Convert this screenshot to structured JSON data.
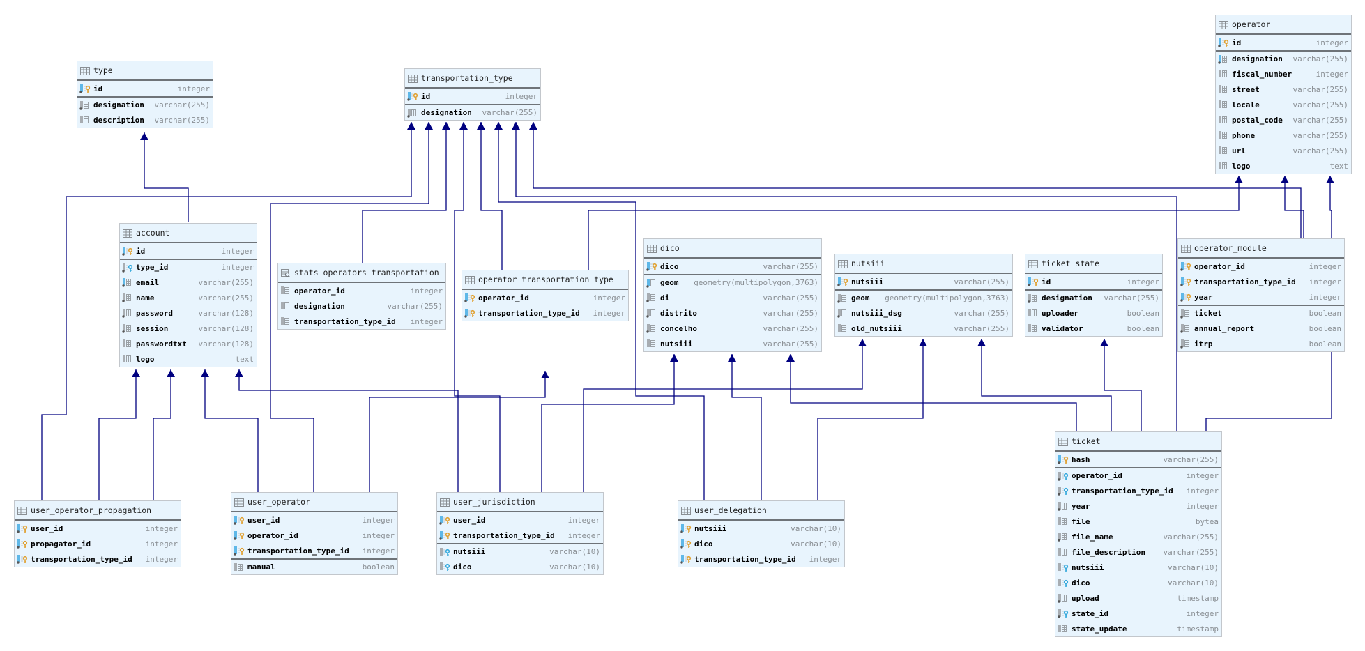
{
  "colors": {
    "connector": "#000080",
    "table_bg": "#e8f4fd",
    "border": "#c3c7cc",
    "type_text": "#8a8f94",
    "pk_key": "#e0a030",
    "fk_key": "#35a9dc"
  },
  "tables": [
    {
      "id": "type",
      "name": "type",
      "kind": "table",
      "columns": [
        {
          "name": "id",
          "type": "integer",
          "icon": "pk"
        },
        {
          "name": "designation",
          "type": "varchar(255)",
          "icon": "col-notnull",
          "sep": true
        },
        {
          "name": "description",
          "type": "varchar(255)",
          "icon": "col"
        }
      ]
    },
    {
      "id": "transportation_type",
      "name": "transportation_type",
      "kind": "table",
      "columns": [
        {
          "name": "id",
          "type": "integer",
          "icon": "pk"
        },
        {
          "name": "designation",
          "type": "varchar(255)",
          "icon": "col-notnull",
          "sep": true
        }
      ]
    },
    {
      "id": "operator",
      "name": "operator",
      "kind": "table",
      "columns": [
        {
          "name": "id",
          "type": "integer",
          "icon": "pk"
        },
        {
          "name": "designation",
          "type": "varchar(255)",
          "icon": "col-index",
          "sep": true
        },
        {
          "name": "fiscal_number",
          "type": "integer",
          "icon": "col"
        },
        {
          "name": "street",
          "type": "varchar(255)",
          "icon": "col"
        },
        {
          "name": "locale",
          "type": "varchar(255)",
          "icon": "col"
        },
        {
          "name": "postal_code",
          "type": "varchar(255)",
          "icon": "col"
        },
        {
          "name": "phone",
          "type": "varchar(255)",
          "icon": "col"
        },
        {
          "name": "url",
          "type": "varchar(255)",
          "icon": "col"
        },
        {
          "name": "logo",
          "type": "text",
          "icon": "col"
        }
      ]
    },
    {
      "id": "account",
      "name": "account",
      "kind": "table",
      "columns": [
        {
          "name": "id",
          "type": "integer",
          "icon": "pk"
        },
        {
          "name": "type_id",
          "type": "integer",
          "icon": "fk-notnull",
          "sep": true
        },
        {
          "name": "email",
          "type": "varchar(255)",
          "icon": "col-index"
        },
        {
          "name": "name",
          "type": "varchar(255)",
          "icon": "col-notnull"
        },
        {
          "name": "password",
          "type": "varchar(128)",
          "icon": "col-notnull"
        },
        {
          "name": "session",
          "type": "varchar(128)",
          "icon": "col-notnull"
        },
        {
          "name": "passwordtxt",
          "type": "varchar(128)",
          "icon": "col"
        },
        {
          "name": "logo",
          "type": "text",
          "icon": "col"
        }
      ]
    },
    {
      "id": "stats_operators_transportation",
      "name": "stats_operators_transportation",
      "kind": "view",
      "columns": [
        {
          "name": "operator_id",
          "type": "integer",
          "icon": "col"
        },
        {
          "name": "designation",
          "type": "varchar(255)",
          "icon": "col"
        },
        {
          "name": "transportation_type_id",
          "type": "integer",
          "icon": "col"
        }
      ]
    },
    {
      "id": "operator_transportation_type",
      "name": "operator_transportation_type",
      "kind": "table",
      "columns": [
        {
          "name": "operator_id",
          "type": "integer",
          "icon": "pk-fk"
        },
        {
          "name": "transportation_type_id",
          "type": "integer",
          "icon": "pk-fk"
        }
      ]
    },
    {
      "id": "dico",
      "name": "dico",
      "kind": "table",
      "columns": [
        {
          "name": "dico",
          "type": "varchar(255)",
          "icon": "pk"
        },
        {
          "name": "geom",
          "type": "geometry(multipolygon,3763)",
          "icon": "col-index",
          "sep": true
        },
        {
          "name": "di",
          "type": "varchar(255)",
          "icon": "col-notnull"
        },
        {
          "name": "distrito",
          "type": "varchar(255)",
          "icon": "col-notnull"
        },
        {
          "name": "concelho",
          "type": "varchar(255)",
          "icon": "col-notnull"
        },
        {
          "name": "nutsiii",
          "type": "varchar(255)",
          "icon": "col"
        }
      ]
    },
    {
      "id": "nutsiii",
      "name": "nutsiii",
      "kind": "table",
      "columns": [
        {
          "name": "nutsiii",
          "type": "varchar(255)",
          "icon": "pk"
        },
        {
          "name": "geom",
          "type": "geometry(multipolygon,3763)",
          "icon": "col-notnull",
          "sep": true
        },
        {
          "name": "nutsiii_dsg",
          "type": "varchar(255)",
          "icon": "col-notnull"
        },
        {
          "name": "old_nutsiii",
          "type": "varchar(255)",
          "icon": "col"
        }
      ]
    },
    {
      "id": "ticket_state",
      "name": "ticket_state",
      "kind": "table",
      "columns": [
        {
          "name": "id",
          "type": "integer",
          "icon": "pk"
        },
        {
          "name": "designation",
          "type": "varchar(255)",
          "icon": "col-notnull",
          "sep": true
        },
        {
          "name": "uploader",
          "type": "boolean",
          "icon": "col"
        },
        {
          "name": "validator",
          "type": "boolean",
          "icon": "col"
        }
      ]
    },
    {
      "id": "operator_module",
      "name": "operator_module",
      "kind": "table",
      "columns": [
        {
          "name": "operator_id",
          "type": "integer",
          "icon": "pk-fk"
        },
        {
          "name": "transportation_type_id",
          "type": "integer",
          "icon": "pk-fk"
        },
        {
          "name": "year",
          "type": "integer",
          "icon": "pk"
        },
        {
          "name": "ticket",
          "type": "boolean",
          "icon": "col-notnull",
          "sep": true
        },
        {
          "name": "annual_report",
          "type": "boolean",
          "icon": "col-notnull"
        },
        {
          "name": "itrp",
          "type": "boolean",
          "icon": "col-notnull"
        }
      ]
    },
    {
      "id": "ticket",
      "name": "ticket",
      "kind": "table",
      "columns": [
        {
          "name": "hash",
          "type": "varchar(255)",
          "icon": "pk"
        },
        {
          "name": "operator_id",
          "type": "integer",
          "icon": "fk-notnull",
          "sep": true
        },
        {
          "name": "transportation_type_id",
          "type": "integer",
          "icon": "fk-notnull"
        },
        {
          "name": "year",
          "type": "integer",
          "icon": "col-notnull"
        },
        {
          "name": "file",
          "type": "bytea",
          "icon": "col"
        },
        {
          "name": "file_name",
          "type": "varchar(255)",
          "icon": "col-notnull"
        },
        {
          "name": "file_description",
          "type": "varchar(255)",
          "icon": "col"
        },
        {
          "name": "nutsiii",
          "type": "varchar(10)",
          "icon": "fk"
        },
        {
          "name": "dico",
          "type": "varchar(10)",
          "icon": "fk"
        },
        {
          "name": "upload",
          "type": "timestamp",
          "icon": "col-notnull"
        },
        {
          "name": "state_id",
          "type": "integer",
          "icon": "fk-notnull"
        },
        {
          "name": "state_update",
          "type": "timestamp",
          "icon": "col"
        }
      ]
    },
    {
      "id": "user_operator_propagation",
      "name": "user_operator_propagation",
      "kind": "table",
      "columns": [
        {
          "name": "user_id",
          "type": "integer",
          "icon": "pk-fk"
        },
        {
          "name": "propagator_id",
          "type": "integer",
          "icon": "pk-fk"
        },
        {
          "name": "transportation_type_id",
          "type": "integer",
          "icon": "pk-fk"
        }
      ]
    },
    {
      "id": "user_operator",
      "name": "user_operator",
      "kind": "table",
      "columns": [
        {
          "name": "user_id",
          "type": "integer",
          "icon": "pk-fk"
        },
        {
          "name": "operator_id",
          "type": "integer",
          "icon": "pk-fk"
        },
        {
          "name": "transportation_type_id",
          "type": "integer",
          "icon": "pk-fk"
        },
        {
          "name": "manual",
          "type": "boolean",
          "icon": "col",
          "sep": true
        }
      ]
    },
    {
      "id": "user_jurisdiction",
      "name": "user_jurisdiction",
      "kind": "table",
      "columns": [
        {
          "name": "user_id",
          "type": "integer",
          "icon": "pk-fk"
        },
        {
          "name": "transportation_type_id",
          "type": "integer",
          "icon": "pk-fk"
        },
        {
          "name": "nutsiii",
          "type": "varchar(10)",
          "icon": "fk",
          "sep": true
        },
        {
          "name": "dico",
          "type": "varchar(10)",
          "icon": "fk"
        }
      ]
    },
    {
      "id": "user_delegation",
      "name": "user_delegation",
      "kind": "table",
      "columns": [
        {
          "name": "nutsiii",
          "type": "varchar(10)",
          "icon": "pk-fk"
        },
        {
          "name": "dico",
          "type": "varchar(10)",
          "icon": "pk-fk"
        },
        {
          "name": "transportation_type_id",
          "type": "integer",
          "icon": "pk-fk"
        }
      ]
    }
  ],
  "relations": [
    {
      "from": "account",
      "to": "type"
    },
    {
      "from": "user_operator_propagation",
      "to": "transportation_type"
    },
    {
      "from": "user_operator",
      "to": "transportation_type"
    },
    {
      "from": "stats_operators_transportation",
      "to": "transportation_type"
    },
    {
      "from": "user_jurisdiction",
      "to": "transportation_type"
    },
    {
      "from": "operator_transportation_type",
      "to": "transportation_type"
    },
    {
      "from": "user_delegation",
      "to": "transportation_type"
    },
    {
      "from": "operator_module",
      "to": "transportation_type"
    },
    {
      "from": "ticket",
      "to": "transportation_type"
    },
    {
      "from": "operator_transportation_type",
      "to": "operator"
    },
    {
      "from": "operator_module",
      "to": "operator"
    },
    {
      "from": "ticket",
      "to": "operator"
    },
    {
      "from": "user_operator_propagation",
      "to": "account"
    },
    {
      "from": "user_operator_propagation",
      "to": "account"
    },
    {
      "from": "user_operator",
      "to": "account"
    },
    {
      "from": "user_jurisdiction",
      "to": "account"
    },
    {
      "from": "user_operator",
      "to": "operator_transportation_type"
    },
    {
      "from": "user_jurisdiction",
      "to": "dico"
    },
    {
      "from": "user_delegation",
      "to": "dico"
    },
    {
      "from": "ticket",
      "to": "dico"
    },
    {
      "from": "user_jurisdiction",
      "to": "nutsiii"
    },
    {
      "from": "user_delegation",
      "to": "nutsiii"
    },
    {
      "from": "ticket",
      "to": "nutsiii"
    },
    {
      "from": "ticket",
      "to": "ticket_state"
    }
  ]
}
